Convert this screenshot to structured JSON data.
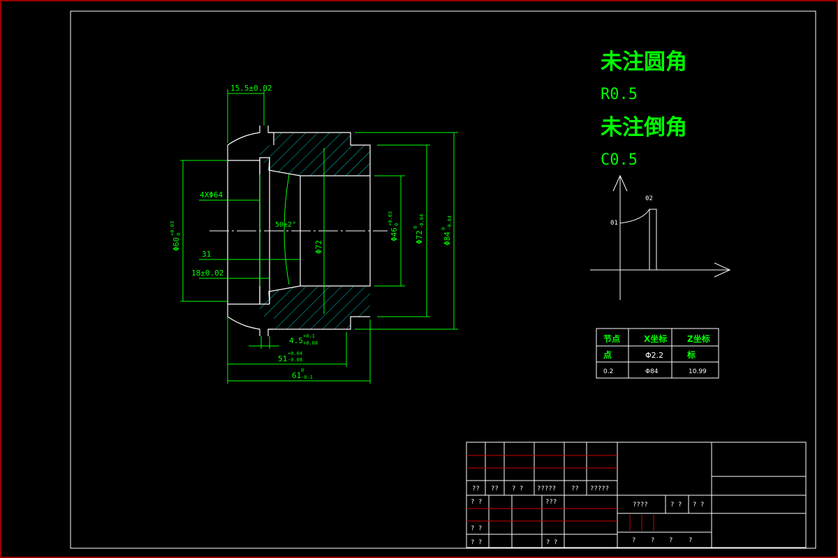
{
  "dims": {
    "groove_width": "15.5±0.02",
    "holes": "4XΦ64",
    "bore_dia": "Φ60",
    "bore_tol": "+0.03",
    "bore_tol_low": "0",
    "len_31": "31",
    "len_18": "18±0.02",
    "angle": "50±2°",
    "dia_72": "Φ72",
    "dia_46": "Φ46",
    "dia_46_tol": "+0.03",
    "dia_46_low": "0",
    "dia_72b": "Φ72",
    "dia_72b_up": "0",
    "dia_72b_low": "-0.04",
    "dia_84": "Φ84",
    "dia_84_up": "0",
    "dia_84_low": "-0.04",
    "len_45": "4.5",
    "len_45_up": "+0.1",
    "len_45_low": "+0.08",
    "len_51": "51",
    "len_51_up": "+0.04",
    "len_51_low": "-0.08",
    "len_61": "61",
    "len_61_up": "0",
    "len_61_low": "-0.1"
  },
  "notes": {
    "fillet_title": "未注圆角",
    "fillet_value": "R0.5",
    "chamfer_title": "未注倒角",
    "chamfer_value": "C0.5"
  },
  "graph": {
    "point_1": "01",
    "point_2": "02"
  },
  "coord_table": {
    "headers": [
      "节点",
      "X坐标",
      "Z坐标"
    ],
    "row1": [
      "点",
      "Φ2.2",
      "标"
    ],
    "row2": [
      "0.2",
      "Φ84",
      "10.99"
    ]
  },
  "title_block": {
    "row_labels": [
      "??",
      "??",
      "? ?",
      "?????",
      "??",
      "?????"
    ],
    "left_col": [
      "? ?",
      "? ?",
      "? ?"
    ],
    "mid_label1": "???",
    "mid_label2": "? ?",
    "scale_label": "????",
    "sheet_a": "? ?",
    "sheet_b": "? ?",
    "bottom": [
      "?",
      "?",
      "?",
      "?"
    ]
  }
}
